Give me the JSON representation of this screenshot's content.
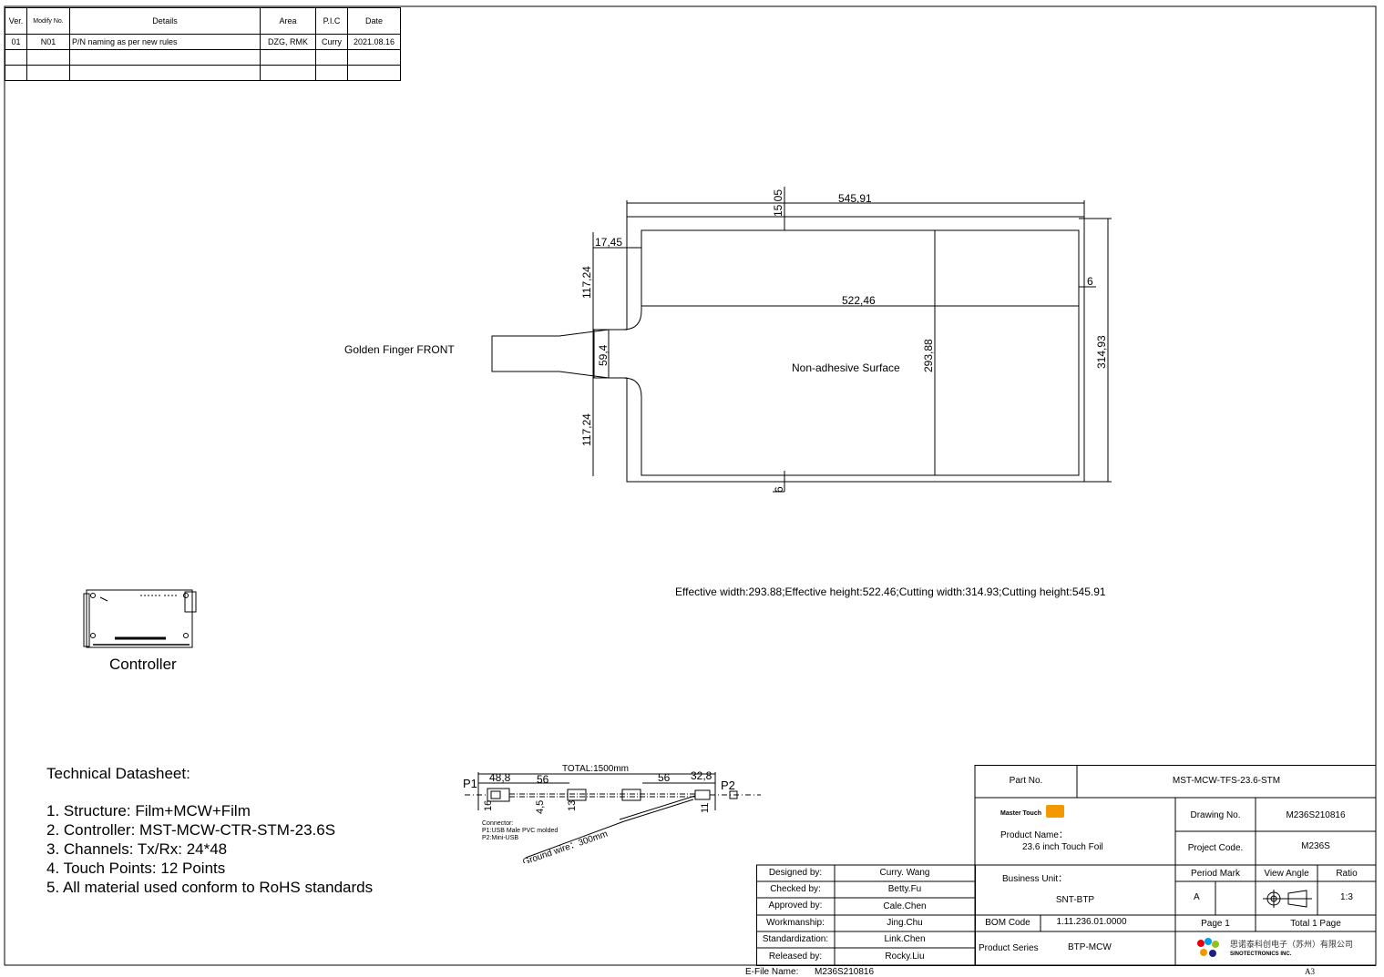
{
  "revision_table": {
    "headers": [
      "Ver.",
      "Modify No.",
      "Details",
      "Area",
      "P.I.C",
      "Date"
    ],
    "rows": [
      [
        "01",
        "N01",
        "P/N naming as per new rules",
        "DZG, RMK",
        "Curry",
        "2021.08.16"
      ]
    ]
  },
  "drawing": {
    "dim_top_offset": "15,05",
    "dim_cut_height": "545,91",
    "dim_tail_step": "17,45",
    "dim_upper_flank": "117,24",
    "dim_lower_flank": "117,24",
    "dim_finger_width": "59,4",
    "dim_eff_height": "522,46",
    "dim_eff_width": "293,88",
    "dim_cut_width": "314,93",
    "dim_margin_right": "6",
    "dim_margin_bottom": "6",
    "surface_label": "Non-adhesive Surface",
    "finger_label": "Golden Finger FRONT",
    "summary": "Effective width:293.88;Effective height:522.46;Cutting width:314.93;Cutting height:545.91"
  },
  "controller": {
    "label": "Controller"
  },
  "cable": {
    "total": "TOTAL:1500mm",
    "p1": "P1",
    "p2": "P2",
    "d1": "48,8",
    "d2": "56",
    "d3": "56",
    "d4": "32,8",
    "h1": "16",
    "h2": "4,5",
    "h3": "13",
    "h4": "11",
    "connector_title": "Connector:",
    "connector_p1": "P1:USB Male PVC molded",
    "connector_p2": "P2:Mini-USB",
    "ground": "Ground wire：300mm"
  },
  "notes": {
    "title": "Technical Datasheet:",
    "items": [
      "1. Structure: Film+MCW+Film",
      "2. Controller: MST-MCW-CTR-STM-23.6S",
      "3. Channels: Tx/Rx: 24*48",
      "4. Touch Points: 12 Points",
      "5. All material used conform to RoHS standards"
    ]
  },
  "title_block": {
    "part_no_label": "Part No.",
    "part_no": "MST-MCW-TFS-23.6-STM",
    "brand": "Master Touch",
    "product_name_label": "Product Name：",
    "product_name": "23.6 inch Touch Foil",
    "drawing_no_label": "Drawing No.",
    "drawing_no": "M236S210816",
    "project_code_label": "Project Code.",
    "project_code": "M236S",
    "business_unit_label": "Business Unit：",
    "business_unit": "SNT-BTP",
    "period_mark_label": "Period Mark",
    "period_mark": "A",
    "view_angle_label": "View Angle",
    "ratio_label": "Ratio",
    "ratio": "1:3",
    "bom_code_label": "BOM Code",
    "bom_code": "1.11.236.01.0000",
    "product_series_label": "Product Series",
    "product_series": "BTP-MCW",
    "page": "Page 1",
    "total_page": "Total 1 Page",
    "company_cn": "思诺泰科创电子（苏州）有限公司",
    "company_en": "SINOTECTRONICS INC.",
    "signatures": [
      {
        "role": "Designed by:",
        "name": "Curry. Wang"
      },
      {
        "role": "Checked by:",
        "name": "Betty.Fu"
      },
      {
        "role": "Approved by:",
        "name": "Cale.Chen"
      },
      {
        "role": "Workmanship:",
        "name": "Jing.Chu"
      },
      {
        "role": "Standardization:",
        "name": "Link.Chen"
      },
      {
        "role": "Released by:",
        "name": "Rocky.Liu"
      }
    ]
  },
  "footer": {
    "efile_label": "E-File Name:",
    "efile": "M236S210816",
    "sheet": "A3"
  }
}
